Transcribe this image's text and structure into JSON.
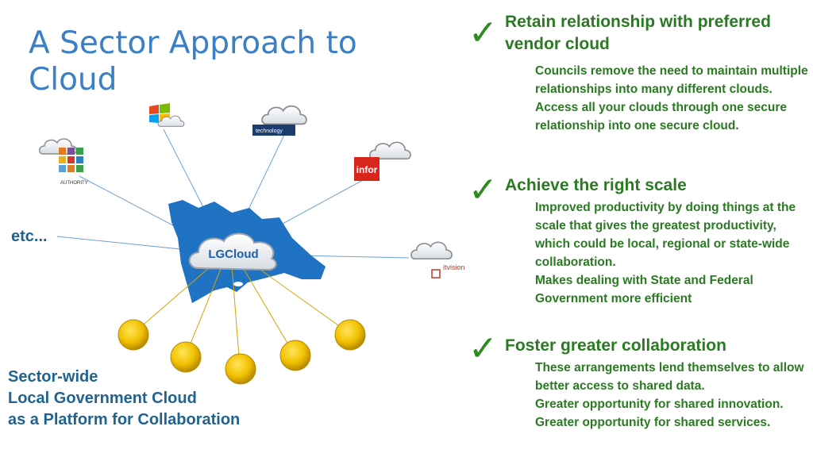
{
  "title": "A Sector Approach to Cloud",
  "diagram": {
    "hub_label": "LGCloud",
    "etc_label": "etc...",
    "vendors": [
      {
        "name": "authority",
        "label": "AUTHORITY"
      },
      {
        "name": "windows",
        "label": ""
      },
      {
        "name": "technology-one",
        "label": "technology"
      },
      {
        "name": "infor",
        "label": "infor"
      },
      {
        "name": "itvision",
        "label": "itvision"
      }
    ],
    "council_count": 5
  },
  "caption": {
    "line1": "Sector-wide",
    "line2": "Local Government Cloud",
    "line3": "as a Platform for Collaboration"
  },
  "points": [
    {
      "title_line1": "Retain relationship with preferred",
      "title_line2": "vendor cloud",
      "body": [
        "Councils remove the need to maintain multiple relationships into many different clouds.",
        "Access all your clouds through one secure relationship into one secure cloud."
      ]
    },
    {
      "title_line1": "Achieve the right scale",
      "title_line2": "",
      "body": [
        "Improved productivity by doing things at the scale that gives the greatest productivity, which could be local, regional or state-wide collaboration.",
        "Makes dealing with State and Federal Government more efficient"
      ]
    },
    {
      "title_line1": "Foster greater collaboration",
      "title_line2": "",
      "body": [
        "These arrangements lend themselves to allow better access to shared data.",
        "Greater opportunity for shared innovation.",
        "Greater opportunity for shared services."
      ]
    }
  ],
  "colors": {
    "title": "#3b7fc4",
    "green": "#2a7a22",
    "caption": "#1f6391",
    "map": "#1f73c2",
    "coin": "#f2c200"
  }
}
